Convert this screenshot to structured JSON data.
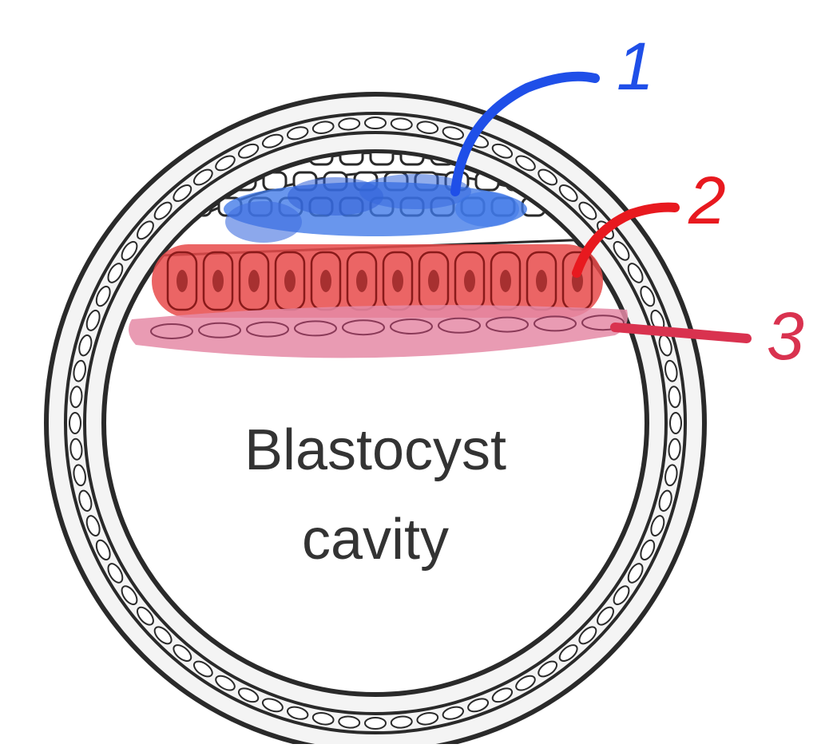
{
  "diagram": {
    "cavity_label": {
      "line1": "Blastocyst",
      "line2": "cavity"
    },
    "callouts": [
      {
        "number": "1",
        "color": "#1f4fe8",
        "layer": "blue"
      },
      {
        "number": "2",
        "color": "#e8191f",
        "layer": "red"
      },
      {
        "number": "3",
        "color": "#d9324f",
        "layer": "pink"
      }
    ],
    "layer_colors": {
      "blue_fill": "#3f78e8",
      "red_fill": "#e84a4a",
      "pink_fill": "#e58aa6",
      "outline": "#2a2a2a"
    }
  }
}
